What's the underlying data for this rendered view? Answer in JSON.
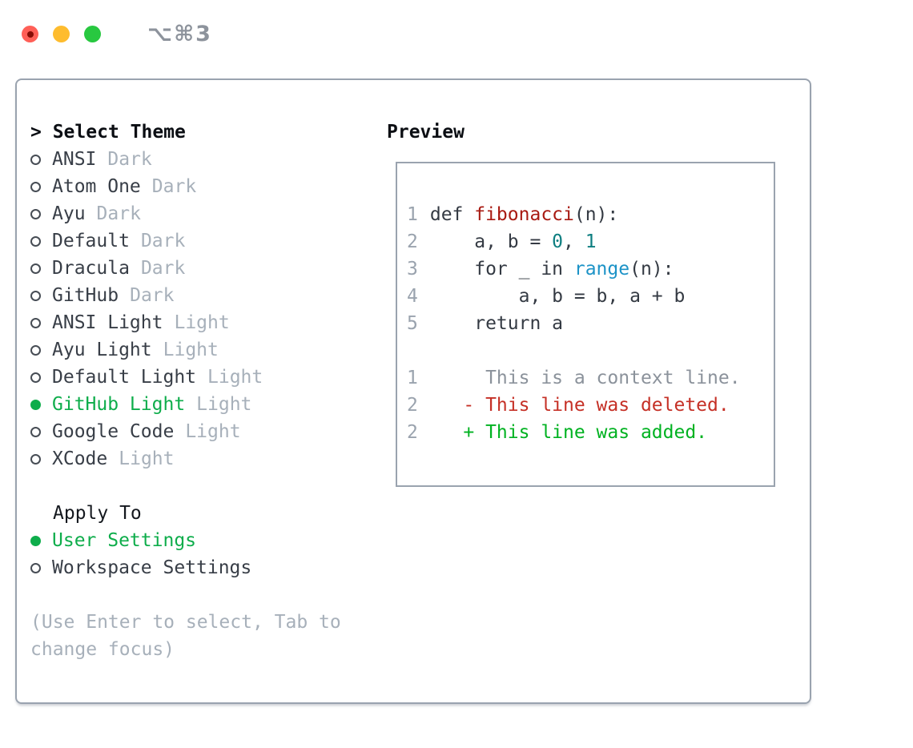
{
  "window": {
    "title": "⌥⌘3",
    "controls": [
      "close",
      "minimize",
      "zoom"
    ]
  },
  "colors": {
    "selection_green": "#0ead4b",
    "diff_added_green": "#00b221",
    "diff_deleted_red": "#c53026",
    "function_red": "#a81a12",
    "number_teal": "#0d7e80",
    "builtin_blue": "#1d93c7",
    "muted_gray": "#a7b0ba",
    "panel_border": "#9aa3af"
  },
  "theme_picker": {
    "prompt": "> ",
    "title": "Select Theme",
    "items": [
      {
        "label": "ANSI",
        "variant": "Dark",
        "selected": false
      },
      {
        "label": "Atom One",
        "variant": "Dark",
        "selected": false
      },
      {
        "label": "Ayu",
        "variant": "Dark",
        "selected": false
      },
      {
        "label": "Default",
        "variant": "Dark",
        "selected": false
      },
      {
        "label": "Dracula",
        "variant": "Dark",
        "selected": false
      },
      {
        "label": "GitHub",
        "variant": "Dark",
        "selected": false
      },
      {
        "label": "ANSI Light",
        "variant": "Light",
        "selected": false
      },
      {
        "label": "Ayu Light",
        "variant": "Light",
        "selected": false
      },
      {
        "label": "Default Light",
        "variant": "Light",
        "selected": false
      },
      {
        "label": "GitHub Light",
        "variant": "Light",
        "selected": true
      },
      {
        "label": "Google Code",
        "variant": "Light",
        "selected": false
      },
      {
        "label": "XCode",
        "variant": "Light",
        "selected": false
      }
    ],
    "apply_to": {
      "title": "Apply To",
      "options": [
        {
          "label": "User Settings",
          "selected": true
        },
        {
          "label": "Workspace Settings",
          "selected": false
        }
      ]
    },
    "hint": "(Use Enter to select, Tab to change focus)"
  },
  "preview": {
    "title": "Preview",
    "code_lines": [
      {
        "number": "1",
        "s0": "def ",
        "s1": "fibonacci",
        "s2": "(n):"
      },
      {
        "number": "2",
        "s0": "    a, b = ",
        "s1": "0",
        "s2": ", ",
        "s3": "1"
      },
      {
        "number": "3",
        "s0": "    for _ in ",
        "s1": "range",
        "s2": "(n):"
      },
      {
        "number": "4",
        "s0": "        a, b = b, a + b"
      },
      {
        "number": "5",
        "s0": "    return a"
      }
    ],
    "diff_lines": [
      {
        "number": "1",
        "type": "context",
        "text": "     This is a context line."
      },
      {
        "number": "2",
        "type": "deleted",
        "text": "   - This line was deleted."
      },
      {
        "number": "2",
        "type": "added",
        "text": "   + This line was added."
      }
    ]
  }
}
